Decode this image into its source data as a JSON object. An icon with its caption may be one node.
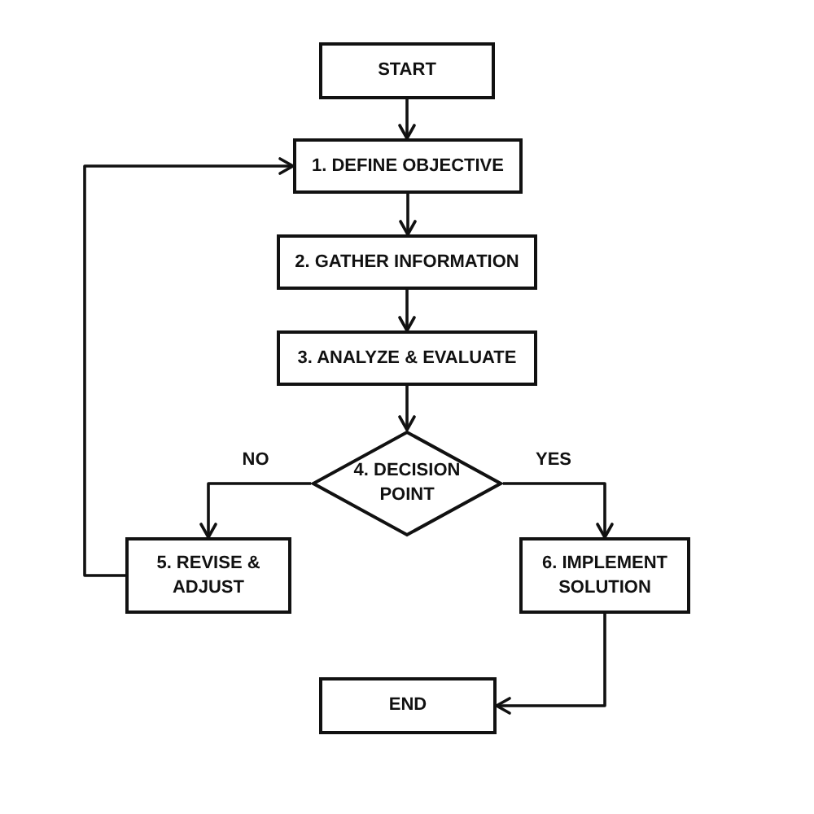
{
  "diagram": {
    "nodes": [
      {
        "text": [
          "START"
        ]
      },
      {
        "text": [
          "1. DEFINE OBJECTIVE"
        ]
      },
      {
        "text": [
          "2. GATHER INFORMATION"
        ]
      },
      {
        "text": [
          "3. ANALYZE & EVALUATE"
        ]
      },
      {
        "text": [
          "4. DECISION POINT"
        ]
      },
      {
        "text": [
          "5. REVISE & ADJUST"
        ]
      },
      {
        "text": [
          "6. IMPLEMENT SOLUTION"
        ]
      },
      {
        "text": [
          "END"
        ]
      }
    ],
    "edges": [
      {
        "from": 0,
        "to": 1,
        "arrow": "to"
      },
      {
        "from": 1,
        "to": 2,
        "arrow": "to"
      },
      {
        "from": 2,
        "to": 3,
        "arrow": "to"
      },
      {
        "from": 3,
        "to": 4,
        "arrow": "to"
      },
      {
        "from": 4,
        "to": 5,
        "arrow": "to",
        "label": "NO"
      },
      {
        "from": 4,
        "to": 6,
        "arrow": "to",
        "label": "YES"
      },
      {
        "from": 5,
        "to": 1,
        "arrow": "to"
      },
      {
        "from": 6,
        "to": 7,
        "arrow": "to"
      }
    ]
  }
}
